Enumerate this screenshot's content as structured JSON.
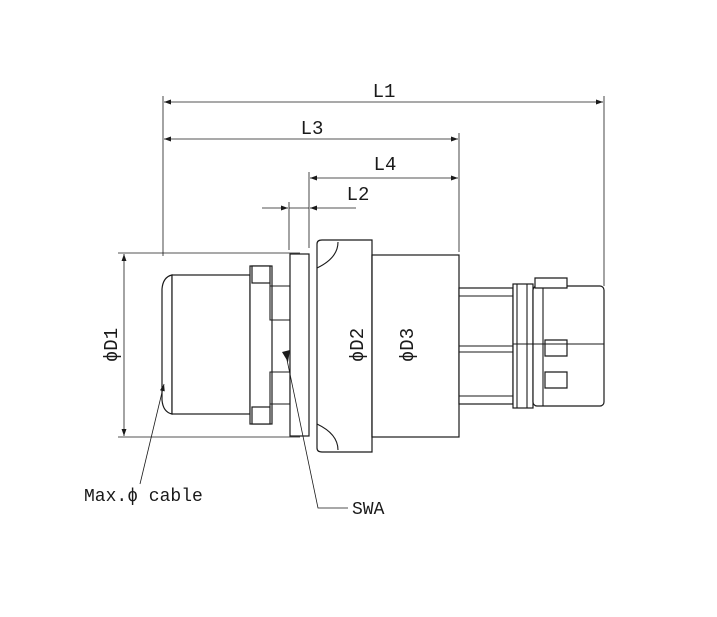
{
  "dimensions": {
    "l1": "L1",
    "l3": "L3",
    "l4": "L4",
    "l2": "L2",
    "d1": "ϕD1",
    "d2": "ϕD2",
    "d3": "ϕD3"
  },
  "callouts": {
    "cable": "Max.ϕ cable",
    "swa": "SWA"
  }
}
